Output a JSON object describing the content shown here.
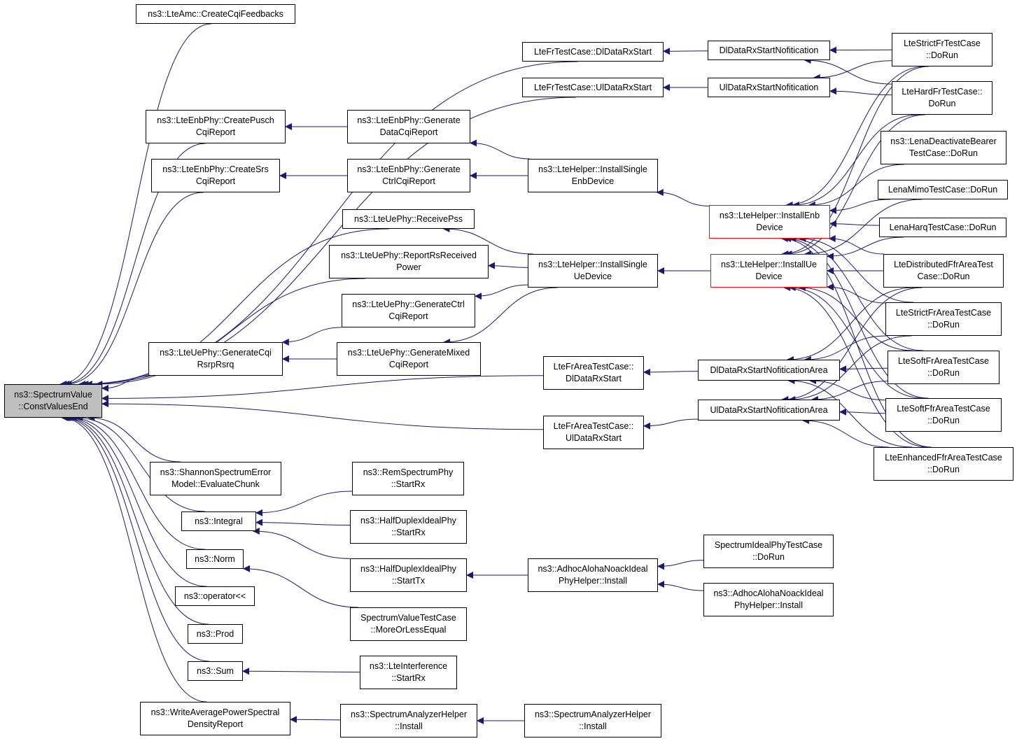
{
  "colors": {
    "edge": "#191970",
    "root_fill": "#bfbfbf",
    "highlight_border": "#ff0000"
  },
  "nodes": {
    "root": [
      "ns3::SpectrumValue",
      "::ConstValuesEnd"
    ],
    "createCqiFeedbacks": [
      "ns3::LteAmc::CreateCqiFeedbacks"
    ],
    "frDlRx": [
      "LteFrTestCase::DlDataRxStart"
    ],
    "frUlRx": [
      "LteFrTestCase::UlDataRxStart"
    ],
    "dlNotif": [
      "DlDataRxStartNofitication"
    ],
    "ulNotif": [
      "UlDataRxStartNofitication"
    ],
    "strictFrDoRun": [
      "LteStrictFrTestCase",
      "::DoRun"
    ],
    "hardFrDoRun": [
      "LteHardFrTestCase::",
      "DoRun"
    ],
    "createPusch": [
      "ns3::LteEnbPhy::CreatePusch",
      "CqiReport"
    ],
    "genDataCqi": [
      "ns3::LteEnbPhy::Generate",
      "DataCqiReport"
    ],
    "createSrs": [
      "ns3::LteEnbPhy::CreateSrs",
      "CqiReport"
    ],
    "genCtrlCqi": [
      "ns3::LteEnbPhy::Generate",
      "CtrlCqiReport"
    ],
    "installSingleEnb": [
      "ns3::LteHelper::InstallSingle",
      "EnbDevice"
    ],
    "installEnb": [
      "ns3::LteHelper::InstallEnb",
      "Device"
    ],
    "lenaDeactivate": [
      "ns3::LenaDeactivateBearer",
      "TestCase::DoRun"
    ],
    "lenaMimo": [
      "LenaMimoTestCase::DoRun"
    ],
    "lenaHarq": [
      "LenaHarqTestCase::DoRun"
    ],
    "receivePss": [
      "ns3::LteUePhy::ReceivePss"
    ],
    "reportRs": [
      "ns3::LteUePhy::ReportRsReceived",
      "Power"
    ],
    "installSingleUe": [
      "ns3::LteHelper::InstallSingle",
      "UeDevice"
    ],
    "installUe": [
      "ns3::LteHelper::InstallUe",
      "Device"
    ],
    "distFfr": [
      "LteDistributedFfrAreaTest",
      "Case::DoRun"
    ],
    "ueGenCtrl": [
      "ns3::LteUePhy::GenerateCtrl",
      "CqiReport"
    ],
    "strictFrArea": [
      "LteStrictFrAreaTestCase",
      "::DoRun"
    ],
    "genCqiRsrp": [
      "ns3::LteUePhy::GenerateCqi",
      "RsrpRsrq"
    ],
    "ueGenMixed": [
      "ns3::LteUePhy::GenerateMixed",
      "CqiReport"
    ],
    "frAreaDl": [
      "LteFrAreaTestCase::",
      "DlDataRxStart"
    ],
    "dlNotifArea": [
      "DlDataRxStartNofiticationArea"
    ],
    "softFrArea": [
      "LteSoftFrAreaTestCase",
      "::DoRun"
    ],
    "ulNotifArea": [
      "UlDataRxStartNofiticationArea"
    ],
    "softFfrArea": [
      "LteSoftFfrAreaTestCase",
      "::DoRun"
    ],
    "frAreaUl": [
      "LteFrAreaTestCase::",
      "UlDataRxStart"
    ],
    "enhancedFfr": [
      "LteEnhancedFfrAreaTestCase",
      "::DoRun"
    ],
    "shannon": [
      "ns3::ShannonSpectrumError",
      "Model::EvaluateChunk"
    ],
    "remStartRx": [
      "ns3::RemSpectrumPhy",
      "::StartRx"
    ],
    "integral": [
      "ns3::Integral"
    ],
    "hdStartRx": [
      "ns3::HalfDuplexIdealPhy",
      "::StartRx"
    ],
    "norm": [
      "ns3::Norm"
    ],
    "hdStartTx": [
      "ns3::HalfDuplexIdealPhy",
      "::StartTx"
    ],
    "adhocInstall": [
      "ns3::AdhocAlohaNoackIdeal",
      "PhyHelper::Install"
    ],
    "spectrumIdealDoRun": [
      "SpectrumIdealPhyTestCase",
      "::DoRun"
    ],
    "adhocInstall2": [
      "ns3::AdhocAlohaNoackIdeal",
      "PhyHelper::Install"
    ],
    "operatorShl": [
      "ns3::operator<<"
    ],
    "moreOrLess": [
      "SpectrumValueTestCase",
      "::MoreOrLessEqual"
    ],
    "prod": [
      "ns3::Prod"
    ],
    "sum": [
      "ns3::Sum"
    ],
    "lteInterf": [
      "ns3::LteInterference",
      "::StartRx"
    ],
    "writeAvg": [
      "ns3::WriteAveragePowerSpectral",
      "DensityReport"
    ],
    "saInstall": [
      "ns3::SpectrumAnalyzerHelper",
      "::Install"
    ],
    "saInstall2": [
      "ns3::SpectrumAnalyzerHelper",
      "::Install"
    ]
  },
  "edges": [
    [
      "createCqiFeedbacks",
      "root"
    ],
    [
      "frDlRx",
      "root"
    ],
    [
      "frUlRx",
      "root"
    ],
    [
      "createPusch",
      "root"
    ],
    [
      "createSrs",
      "root"
    ],
    [
      "receivePss",
      "root"
    ],
    [
      "reportRs",
      "root"
    ],
    [
      "genCqiRsrp",
      "root"
    ],
    [
      "frAreaDl",
      "root"
    ],
    [
      "frAreaUl",
      "root"
    ],
    [
      "shannon",
      "root"
    ],
    [
      "integral",
      "root"
    ],
    [
      "norm",
      "root"
    ],
    [
      "operatorShl",
      "root"
    ],
    [
      "prod",
      "root"
    ],
    [
      "sum",
      "root"
    ],
    [
      "writeAvg",
      "root"
    ],
    [
      "dlNotif",
      "frDlRx"
    ],
    [
      "ulNotif",
      "frUlRx"
    ],
    [
      "strictFrDoRun",
      "dlNotif"
    ],
    [
      "hardFrDoRun",
      "dlNotif"
    ],
    [
      "strictFrDoRun",
      "ulNotif"
    ],
    [
      "hardFrDoRun",
      "ulNotif"
    ],
    [
      "genDataCqi",
      "createPusch"
    ],
    [
      "installSingleEnb",
      "genDataCqi"
    ],
    [
      "genCtrlCqi",
      "createSrs"
    ],
    [
      "installSingleEnb",
      "genCtrlCqi"
    ],
    [
      "installEnb",
      "installSingleEnb"
    ],
    [
      "strictFrDoRun",
      "installEnb"
    ],
    [
      "hardFrDoRun",
      "installEnb"
    ],
    [
      "lenaDeactivate",
      "installEnb"
    ],
    [
      "lenaMimo",
      "installEnb"
    ],
    [
      "lenaHarq",
      "installEnb"
    ],
    [
      "distFfr",
      "installEnb"
    ],
    [
      "strictFrArea",
      "installEnb"
    ],
    [
      "softFrArea",
      "installEnb"
    ],
    [
      "softFfrArea",
      "installEnb"
    ],
    [
      "enhancedFfr",
      "installEnb"
    ],
    [
      "installSingleUe",
      "receivePss"
    ],
    [
      "installSingleUe",
      "reportRs"
    ],
    [
      "installSingleUe",
      "ueGenCtrl"
    ],
    [
      "installSingleUe",
      "ueGenMixed"
    ],
    [
      "installUe",
      "installSingleUe"
    ],
    [
      "strictFrDoRun",
      "installUe"
    ],
    [
      "hardFrDoRun",
      "installUe"
    ],
    [
      "lenaMimo",
      "installUe"
    ],
    [
      "lenaHarq",
      "installUe"
    ],
    [
      "distFfr",
      "installUe"
    ],
    [
      "strictFrArea",
      "installUe"
    ],
    [
      "softFrArea",
      "installUe"
    ],
    [
      "softFfrArea",
      "installUe"
    ],
    [
      "enhancedFfr",
      "installUe"
    ],
    [
      "ueGenCtrl",
      "genCqiRsrp"
    ],
    [
      "ueGenMixed",
      "genCqiRsrp"
    ],
    [
      "dlNotifArea",
      "frAreaDl"
    ],
    [
      "ulNotifArea",
      "frAreaUl"
    ],
    [
      "distFfr",
      "dlNotifArea"
    ],
    [
      "strictFrArea",
      "dlNotifArea"
    ],
    [
      "softFrArea",
      "dlNotifArea"
    ],
    [
      "softFfrArea",
      "dlNotifArea"
    ],
    [
      "enhancedFfr",
      "dlNotifArea"
    ],
    [
      "distFfr",
      "ulNotifArea"
    ],
    [
      "strictFrArea",
      "ulNotifArea"
    ],
    [
      "softFrArea",
      "ulNotifArea"
    ],
    [
      "softFfrArea",
      "ulNotifArea"
    ],
    [
      "enhancedFfr",
      "ulNotifArea"
    ],
    [
      "remStartRx",
      "integral"
    ],
    [
      "hdStartRx",
      "integral"
    ],
    [
      "hdStartTx",
      "integral"
    ],
    [
      "adhocInstall",
      "hdStartTx"
    ],
    [
      "spectrumIdealDoRun",
      "adhocInstall"
    ],
    [
      "adhocInstall2",
      "adhocInstall"
    ],
    [
      "moreOrLess",
      "norm"
    ],
    [
      "lteInterf",
      "sum"
    ],
    [
      "saInstall",
      "writeAvg"
    ],
    [
      "saInstall2",
      "saInstall"
    ]
  ]
}
